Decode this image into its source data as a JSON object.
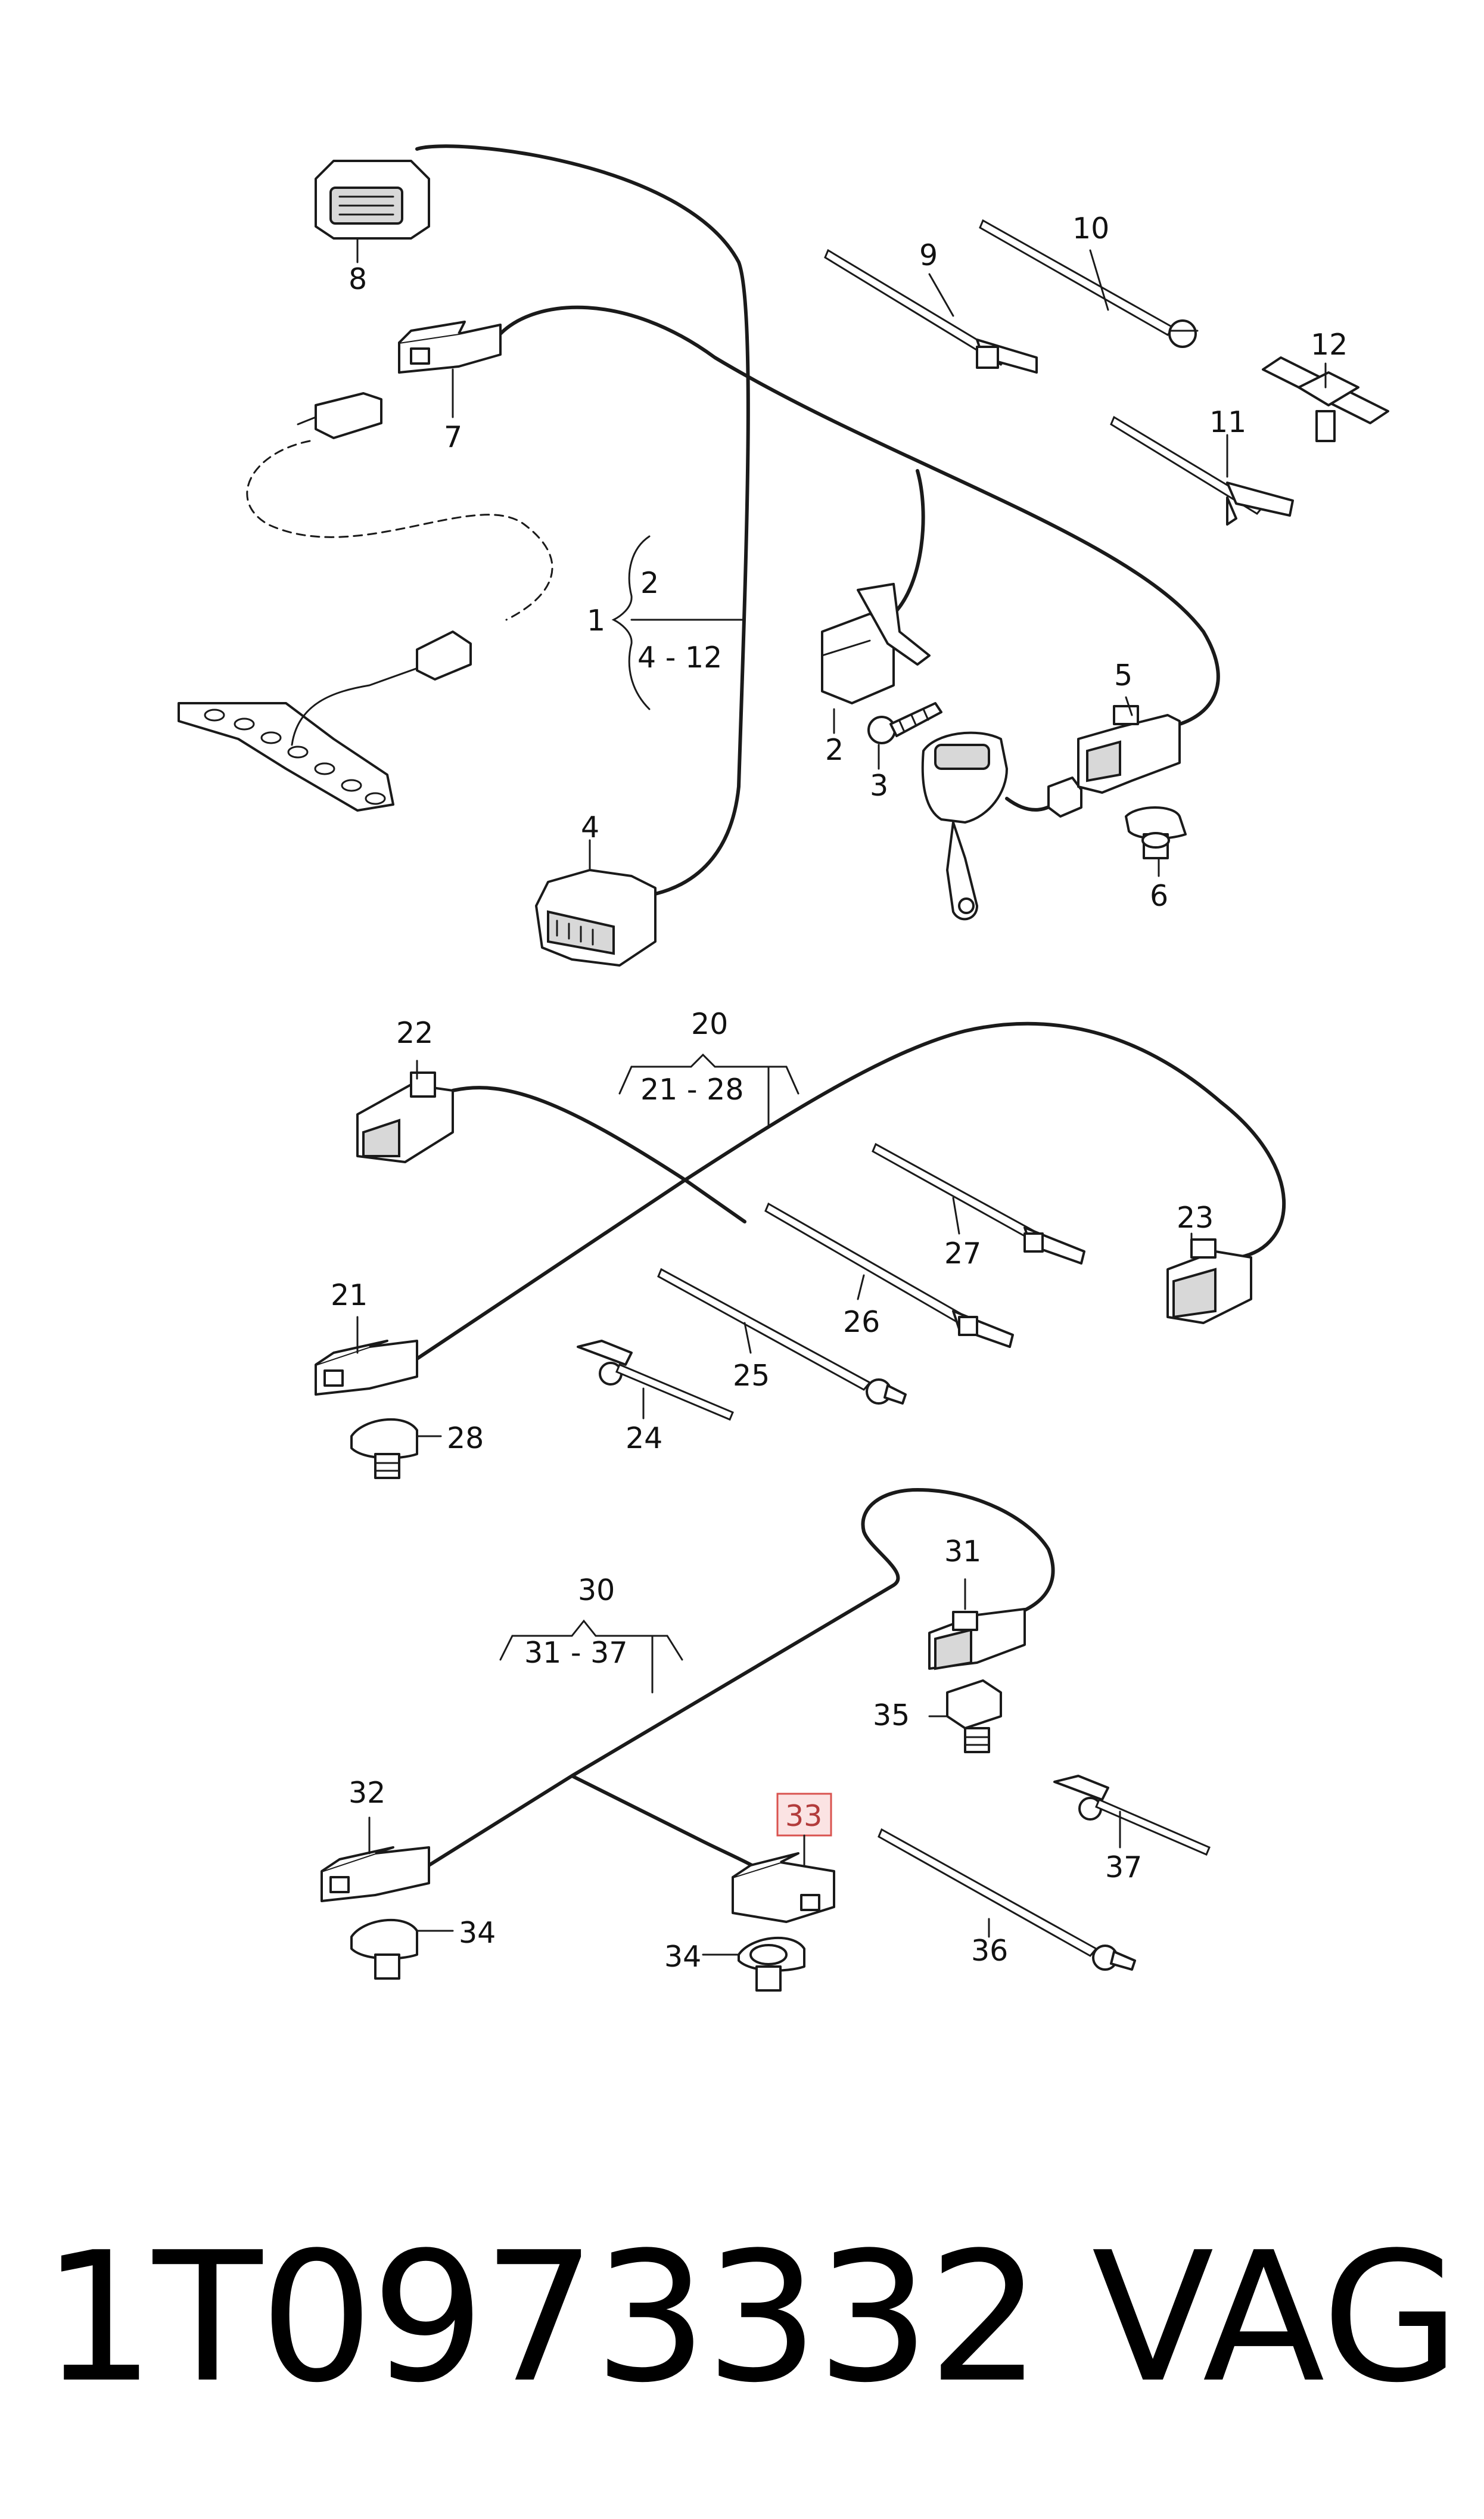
{
  "callouts": {
    "c1": "1",
    "c1a": "2",
    "c1b": "4 - 12",
    "c2": "2",
    "c3": "3",
    "c4": "4",
    "c5": "5",
    "c6": "6",
    "c7": "7",
    "c8": "8",
    "c9": "9",
    "c10": "10",
    "c11": "11",
    "c12": "12",
    "c20": "20",
    "c20r": "21 - 28",
    "c21": "21",
    "c22": "22",
    "c23": "23",
    "c24": "24",
    "c25": "25",
    "c26": "26",
    "c27": "27",
    "c28": "28",
    "c30": "30",
    "c30r": "31 - 37",
    "c31": "31",
    "c32": "32",
    "c33": "33",
    "c34a": "34",
    "c34b": "34",
    "c35": "35",
    "c36": "36",
    "c37": "37"
  },
  "footer": {
    "part_number": "1T0973332",
    "brand": "VAG"
  }
}
